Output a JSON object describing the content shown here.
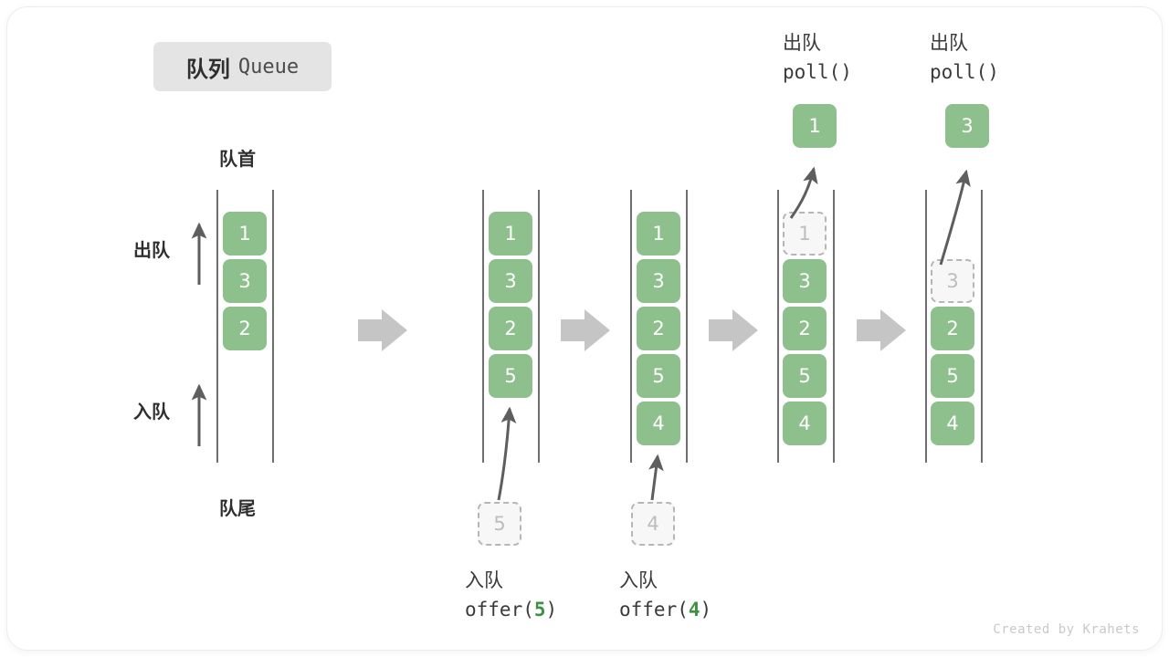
{
  "title": {
    "cn": "队列",
    "en": "Queue"
  },
  "labels": {
    "front": "队首",
    "rear": "队尾",
    "dequeue": "出队",
    "enqueue": "入队"
  },
  "footer": "Created by Krahets",
  "colors": {
    "element": "#8dc08d",
    "element_text": "#ffffff",
    "ghost_fill": "#f7f7f7",
    "ghost_border": "#b6b6b6",
    "ghost_text": "#bdbdbd",
    "rail": "#6f6f6f",
    "arrow": "#5e5e5e",
    "step_arrow": "#c5c5c5",
    "chip_bg": "#e4e4e4",
    "accent_arg": "#3e9141"
  },
  "stages": [
    {
      "id": "initial",
      "caption_cn": "",
      "caption_code": "",
      "items": [
        "1",
        "3",
        "2"
      ],
      "ghost_index": -1,
      "popped": null
    },
    {
      "id": "offer-5",
      "caption_cn": "入队",
      "caption_code": "offer(5)",
      "caption_arg": "5",
      "items": [
        "1",
        "3",
        "2",
        "5"
      ],
      "incoming": "5",
      "ghost_index": -1,
      "popped": null
    },
    {
      "id": "offer-4",
      "caption_cn": "入队",
      "caption_code": "offer(4)",
      "caption_arg": "4",
      "items": [
        "1",
        "3",
        "2",
        "5",
        "4"
      ],
      "incoming": "4",
      "ghost_index": -1,
      "popped": null
    },
    {
      "id": "poll-1",
      "caption_cn": "出队",
      "caption_code": "poll()",
      "items": [
        "1",
        "3",
        "2",
        "5",
        "4"
      ],
      "ghost_index": 0,
      "popped": "1"
    },
    {
      "id": "poll-3",
      "caption_cn": "出队",
      "caption_code": "poll()",
      "items": [
        "3",
        "2",
        "5",
        "4"
      ],
      "ghost_index": 0,
      "popped": "3"
    }
  ]
}
